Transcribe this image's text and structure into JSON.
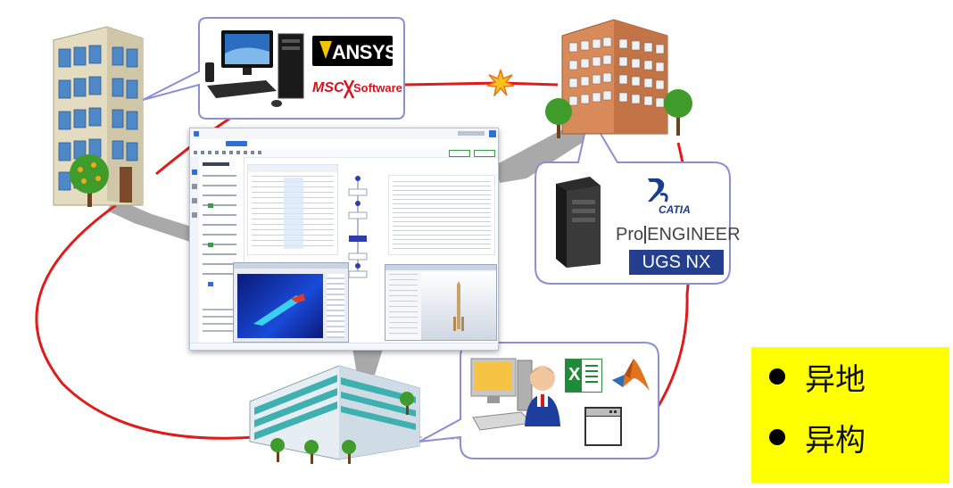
{
  "logos": {
    "ansys": "ANSYS",
    "msc": "MSC",
    "msc_software": "Software",
    "catia": "CATIA",
    "proe_pro": "Pro",
    "proe_engineer": "ENGINEER",
    "ugs": "UGS NX",
    "excel_letter": "X"
  },
  "legend": {
    "items": [
      {
        "label": "异地"
      },
      {
        "label": "异构"
      }
    ]
  },
  "colors": {
    "link_red": "#e11a1a",
    "callout_border": "#8a8fd6",
    "callout_fill": "#ffffff",
    "legend_fill": "#ffff00",
    "ugs_fill": "#243f8f",
    "ansys_fill": "#000000",
    "ansys_accent": "#f5c400"
  },
  "icons": {
    "spark": "explosion-spark-icon",
    "excel": "excel-icon",
    "matlab": "matlab-icon",
    "window": "app-window-icon"
  }
}
